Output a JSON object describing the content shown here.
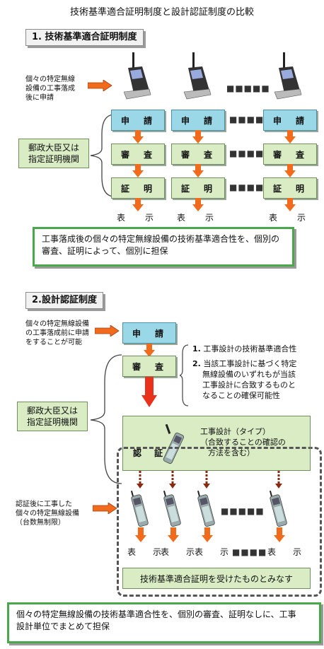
{
  "title": "技術基準適合証明制度と設計認証制度の比較",
  "section1": {
    "label": "1. 技術基準適合証明制度",
    "side_note": [
      "個々の特定無線",
      "設備の工事落成",
      "後に申請"
    ],
    "ministry": [
      "郵政大臣又は",
      "指定証明機関"
    ],
    "apply_label": "申　請",
    "review_label": "審　査",
    "certify_label": "証　明",
    "display_label": "表　示",
    "callout": [
      "工事落成後の個々の特定無線設備の技術基準適合性を、個別の",
      "審査、証明によって、個別に担保"
    ]
  },
  "section2": {
    "label": "2.設計認証制度",
    "side_note_top": [
      "個々の特定無線設備",
      "の工事落成前に申請",
      "をすることが可能"
    ],
    "apply_label": "申　請",
    "review_label": "審　査",
    "review_items": [
      {
        "num": "1.",
        "lines": [
          "工事設計の技術基準適合性"
        ]
      },
      {
        "num": "2.",
        "lines": [
          "当該工事設計に基づく特定",
          "無線設備のいずれもが当該",
          "工事設計に合致するものと",
          "なることの確保可能性"
        ]
      }
    ],
    "ministry": [
      "郵政大臣又は",
      "指定証明機関"
    ],
    "certification_label": "認　証",
    "design_type": [
      "工事設計（タイプ）",
      "（合致することの確認の",
      "　方法を含む）"
    ],
    "side_note_bottom": [
      "認証後に工事した",
      "個々の特定無線設備",
      "（台数無制限）"
    ],
    "display_label": "表　示",
    "deemed": "技術基準適合証明を受けたものとみなす",
    "callout": [
      "個々の特定無線設備の技術基準適合性を、個別の審査、証明なしに、工事",
      "設計単位でまとめて担保"
    ]
  }
}
